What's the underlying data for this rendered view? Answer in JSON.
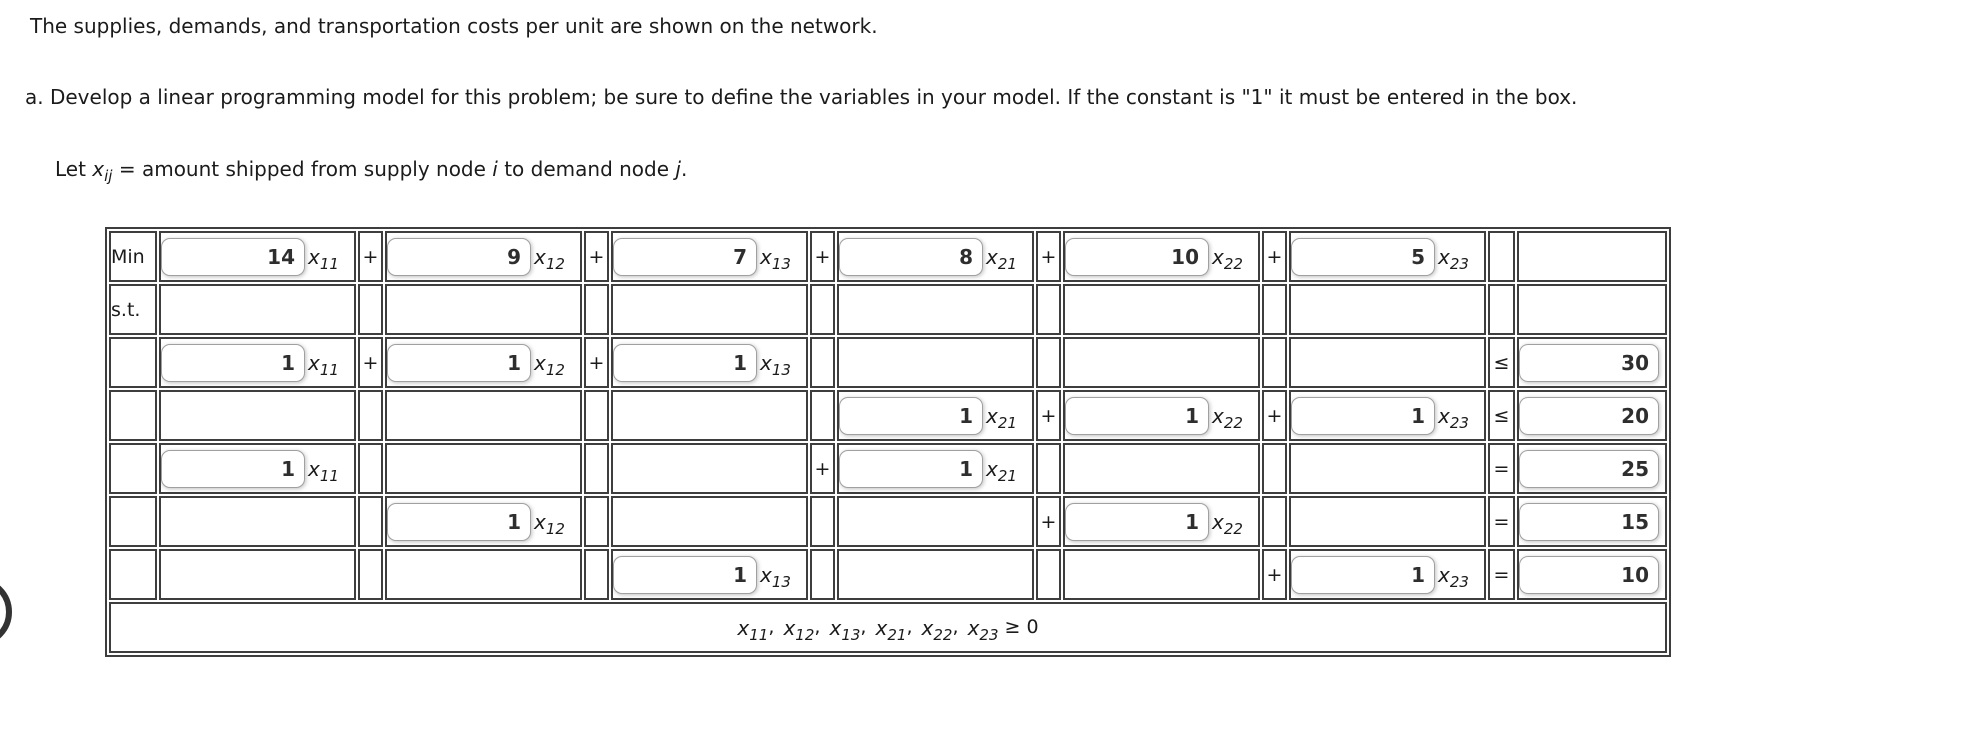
{
  "header": {
    "intro": "The supplies, demands, and transportation costs per unit are shown on the network.",
    "instruction": "a. Develop a linear programming model for this problem; be sure to define the variables in your model. If the constant is \"1\" it must be entered in the box.",
    "definition": {
      "prefix": "Let ",
      "var_base": "x",
      "var_sub": "ij",
      "middle": " = amount shipped from supply node ",
      "node_i": "i",
      "between": " to demand node ",
      "node_j": "j",
      "period": "."
    }
  },
  "table": {
    "var_base": "x",
    "columns": [
      "11",
      "12",
      "13",
      "21",
      "22",
      "23"
    ],
    "plus_sign": "+",
    "rows": [
      {
        "label": "Min",
        "coefs": {
          "0": "14",
          "1": "9",
          "2": "7",
          "3": "8",
          "4": "10",
          "5": "5"
        },
        "plus_cols": [
          0,
          1,
          2,
          3,
          4
        ],
        "relation": "",
        "rhs": ""
      },
      {
        "label": "s.t.",
        "coefs": {},
        "plus_cols": [],
        "relation": "",
        "rhs": ""
      },
      {
        "label": "",
        "coefs": {
          "0": "1",
          "1": "1",
          "2": "1"
        },
        "plus_cols": [
          0,
          1
        ],
        "relation": "≤",
        "rhs": "30"
      },
      {
        "label": "",
        "coefs": {
          "3": "1",
          "4": "1",
          "5": "1"
        },
        "plus_cols": [
          3,
          4
        ],
        "relation": "≤",
        "rhs": "20"
      },
      {
        "label": "",
        "coefs": {
          "0": "1",
          "3": "1"
        },
        "plus_cols": [
          2
        ],
        "relation": "=",
        "rhs": "25"
      },
      {
        "label": "",
        "coefs": {
          "1": "1",
          "4": "1"
        },
        "plus_cols": [
          3
        ],
        "relation": "=",
        "rhs": "15"
      },
      {
        "label": "",
        "coefs": {
          "2": "1",
          "5": "1"
        },
        "plus_cols": [
          4
        ],
        "relation": "=",
        "rhs": "10"
      }
    ],
    "nonneg": {
      "vars": [
        "11",
        "12",
        "13",
        "21",
        "22",
        "23"
      ],
      "separator": ", ",
      "suffix": " ≥ 0"
    }
  },
  "colors": {
    "table_border": "#3e3e3e",
    "input_border": "#a0a0a0",
    "text": "#1b1b1b",
    "input_value_text": "#2e2e2e"
  }
}
